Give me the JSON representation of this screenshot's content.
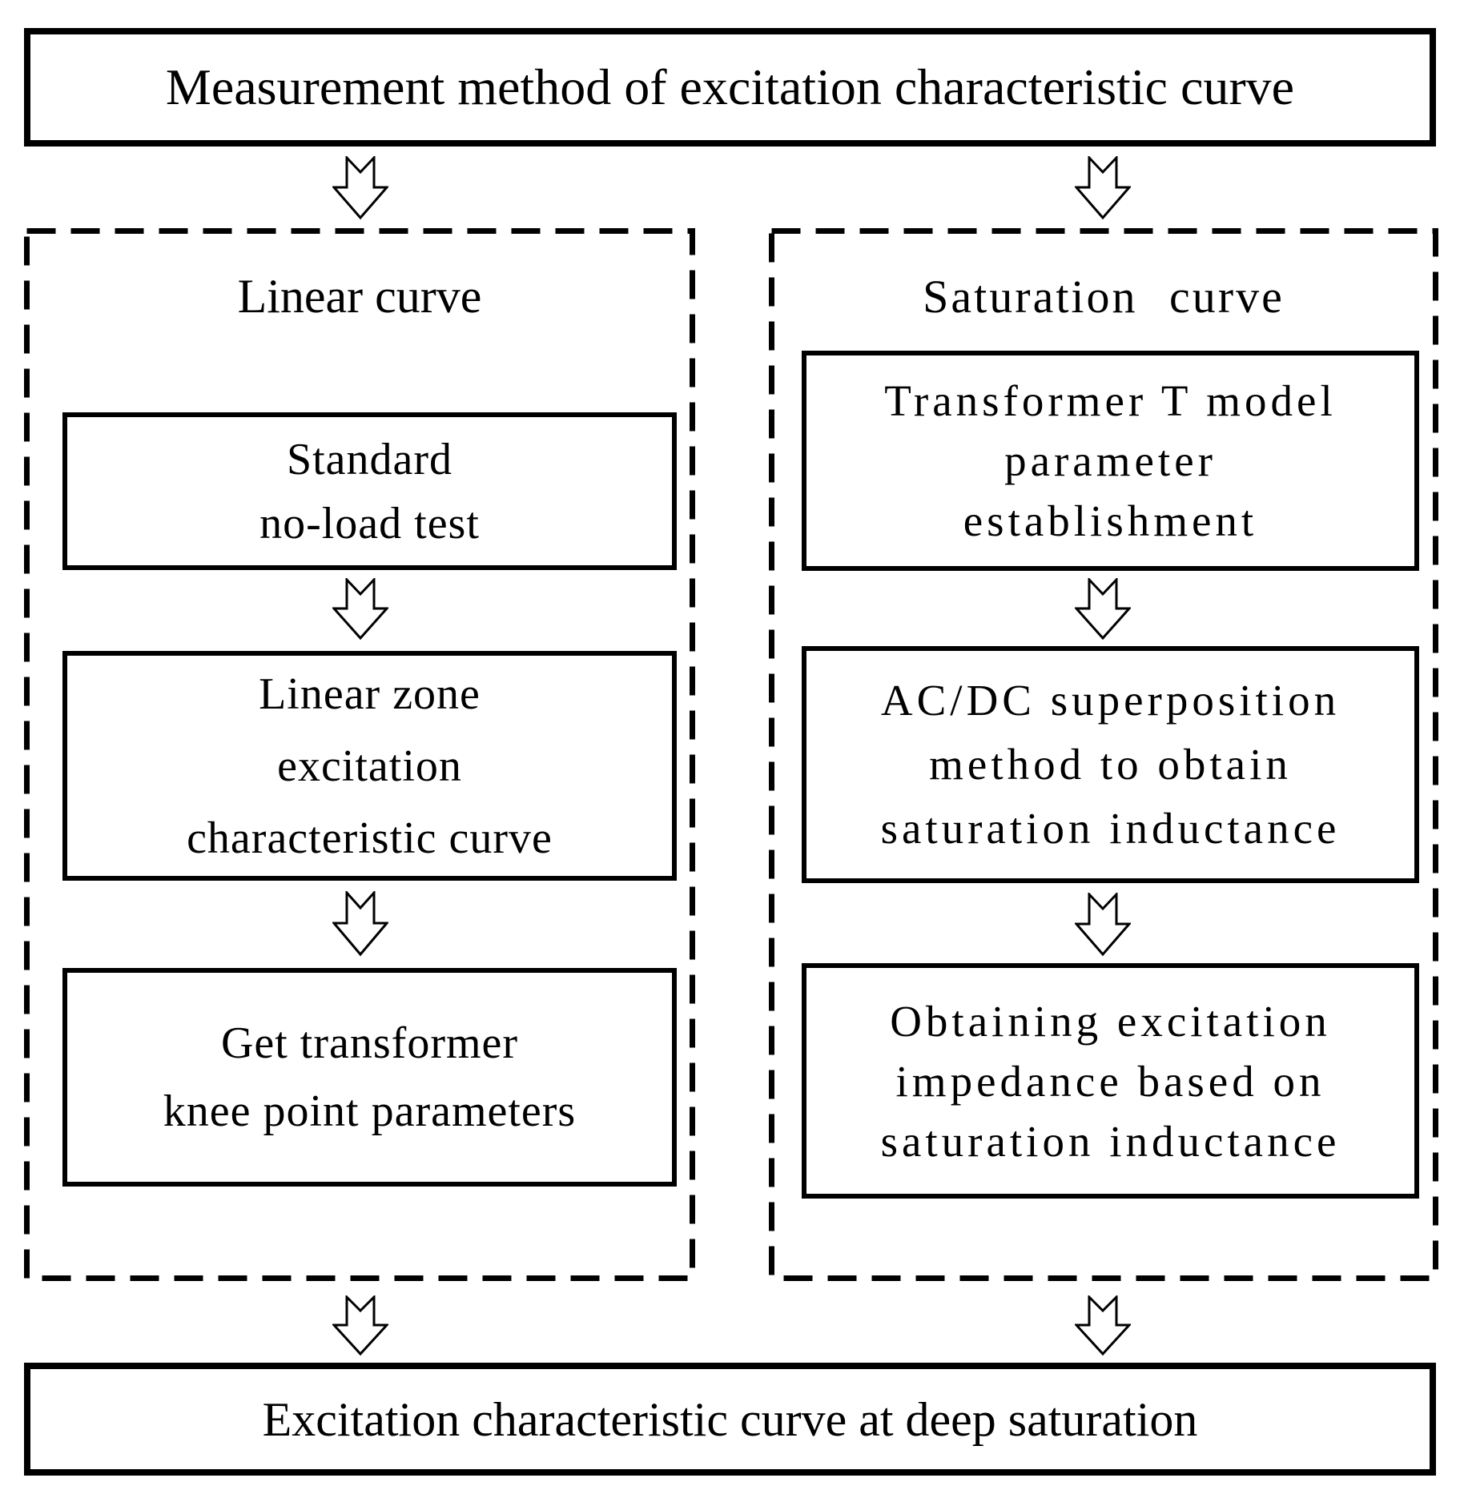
{
  "figure": {
    "background_color": "#ffffff",
    "ink_color": "#000000",
    "header": {
      "title": "Measurement method of excitation characteristic curve"
    },
    "footer": {
      "title": "Excitation characteristic curve at deep saturation"
    },
    "icons": {
      "arrow": "hollow-notched-down-arrow"
    },
    "panels": [
      {
        "title": "Linear curve",
        "steps": [
          {
            "lines": [
              "Standard",
              "no-load test"
            ]
          },
          {
            "lines": [
              "Linear zone",
              "excitation",
              "characteristic curve"
            ]
          },
          {
            "lines": [
              "Get transformer",
              "knee point parameters"
            ]
          }
        ]
      },
      {
        "title": "Saturation curve",
        "steps": [
          {
            "lines": [
              "Transformer T model",
              "parameter",
              "establishment"
            ]
          },
          {
            "lines": [
              "AC/DC superposition",
              "method to obtain",
              "saturation inductance"
            ]
          },
          {
            "lines": [
              "Obtaining excitation",
              "impedance based on",
              "saturation inductance"
            ]
          }
        ]
      }
    ]
  }
}
